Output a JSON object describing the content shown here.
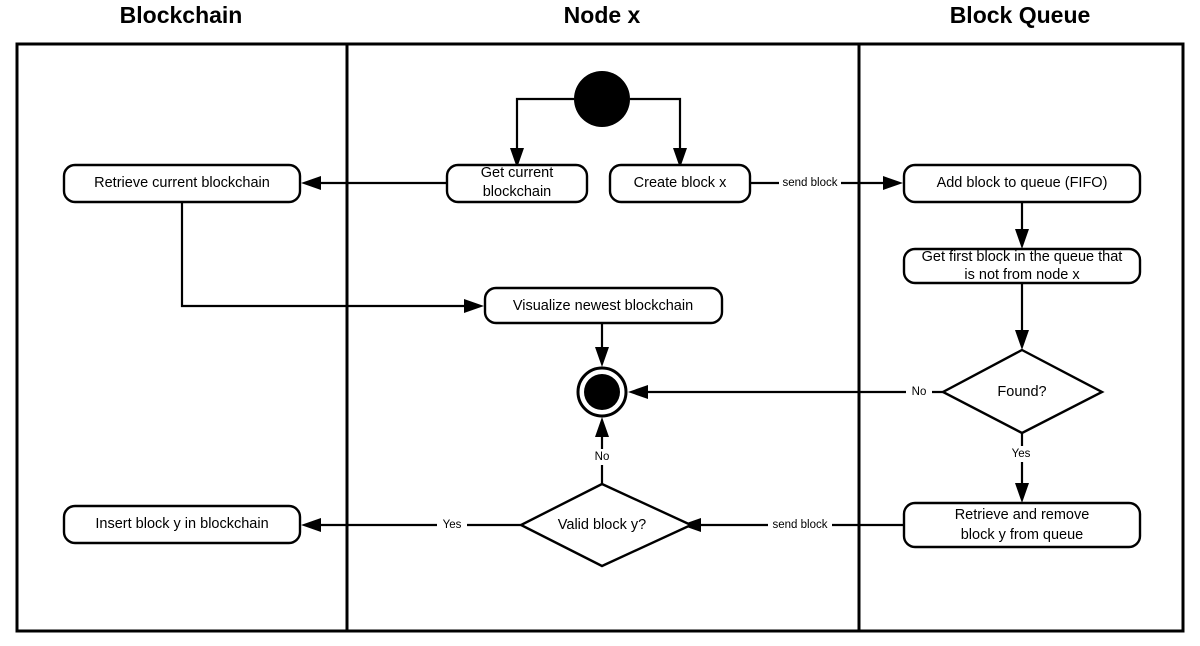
{
  "diagram": {
    "type": "uml-activity-swimlane",
    "lanes": [
      {
        "id": "blockchain",
        "title": "Blockchain"
      },
      {
        "id": "node-x",
        "title": "Node x"
      },
      {
        "id": "block-queue",
        "title": "Block Queue"
      }
    ],
    "nodes": {
      "start": {
        "kind": "initial-node",
        "label": ""
      },
      "get_current_blockchain": {
        "kind": "action",
        "line1": "Get current",
        "line2": "blockchain"
      },
      "create_block_x": {
        "kind": "action",
        "line1": "Create block x",
        "line2": ""
      },
      "retrieve_current_blockchain": {
        "kind": "action",
        "line1": "Retrieve current blockchain",
        "line2": ""
      },
      "add_block_to_queue": {
        "kind": "action",
        "line1": "Add block to queue (FIFO)",
        "line2": ""
      },
      "get_first_block": {
        "kind": "action",
        "line1": "Get first block in the queue that",
        "line2": "is not from node x"
      },
      "found_decision": {
        "kind": "decision",
        "line1": "Found?",
        "line2": ""
      },
      "retrieve_and_remove": {
        "kind": "action",
        "line1": "Retrieve and remove",
        "line2": "block y from queue"
      },
      "visualize_newest_blockchain": {
        "kind": "action",
        "line1": "Visualize newest blockchain",
        "line2": ""
      },
      "valid_block_decision": {
        "kind": "decision",
        "line1": "Valid block y?",
        "line2": ""
      },
      "insert_block_y": {
        "kind": "action",
        "line1": "Insert block y in blockchain",
        "line2": ""
      },
      "final": {
        "kind": "final-node",
        "label": ""
      }
    },
    "edge_labels": {
      "send_block_top": "send block",
      "send_block_bottom": "send block",
      "found_no": "No",
      "found_yes": "Yes",
      "valid_no": "No",
      "valid_yes": "Yes"
    },
    "colors": {
      "stroke": "#000000",
      "fill": "#ffffff",
      "node_fill": "#ffffff"
    }
  }
}
